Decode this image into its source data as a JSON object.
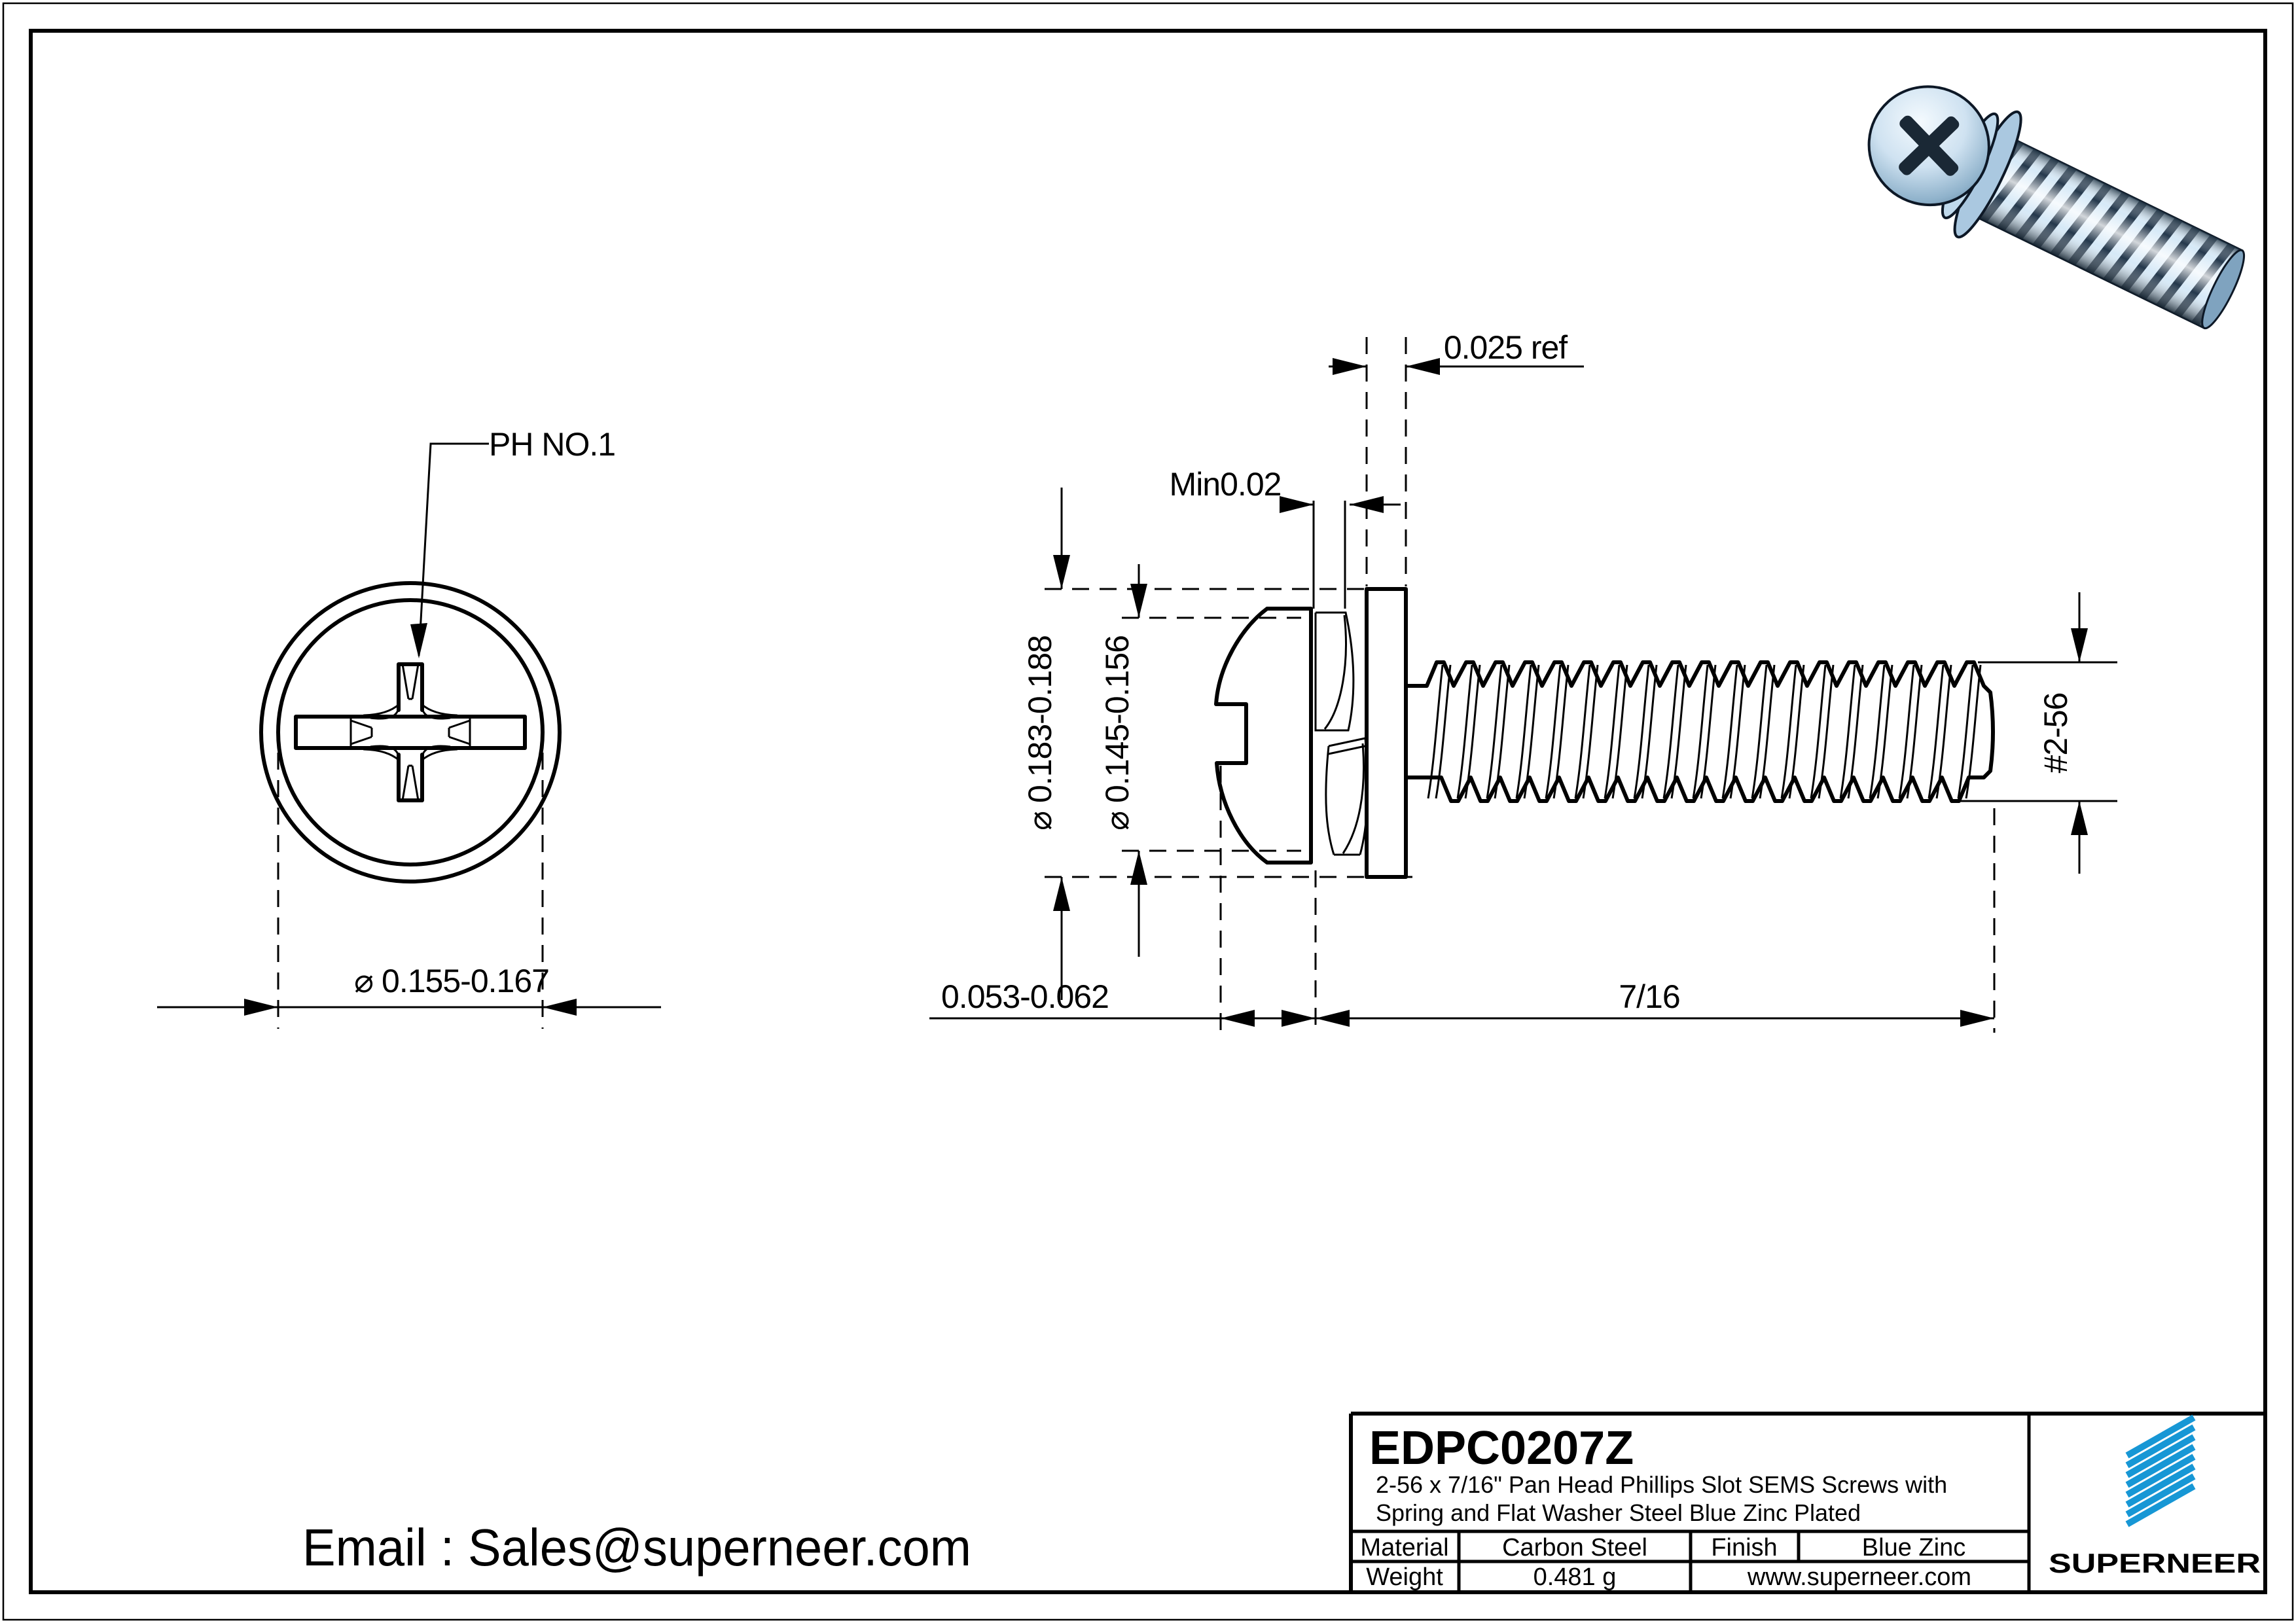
{
  "sheet": {
    "background": "#ffffff",
    "line_color": "#000000",
    "accent_color": "#1797d5",
    "link_color": "#1e9ad6"
  },
  "front_view": {
    "callout": "PH NO.1",
    "head_diameter": "⌀ 0.155-0.167"
  },
  "side_view": {
    "washer_thickness": "0.025 ref",
    "spring_min_thickness": "Min0.02",
    "washer_od": "⌀ 0.183-0.188",
    "head_od": "⌀ 0.145-0.156",
    "head_height": "0.053-0.062",
    "thread_length": "7/16",
    "thread_size": "#2-56"
  },
  "footer": {
    "email": "Email : Sales@superneer.com"
  },
  "title_block": {
    "part_number": "EDPC0207Z",
    "description_line1": "2-56 x 7/16\" Pan Head Phillips Slot SEMS Screws with",
    "description_line2": "Spring and Flat Washer Steel Blue Zinc Plated",
    "material_label": "Material",
    "material_value": "Carbon Steel",
    "finish_label": "Finish",
    "finish_value": "Blue Zinc",
    "weight_label": "Weight",
    "weight_value": "0.481 g",
    "website": "www.superneer.com",
    "brand": "SUPERNEER",
    "logo_icon": "diagonal-stripes-icon"
  }
}
